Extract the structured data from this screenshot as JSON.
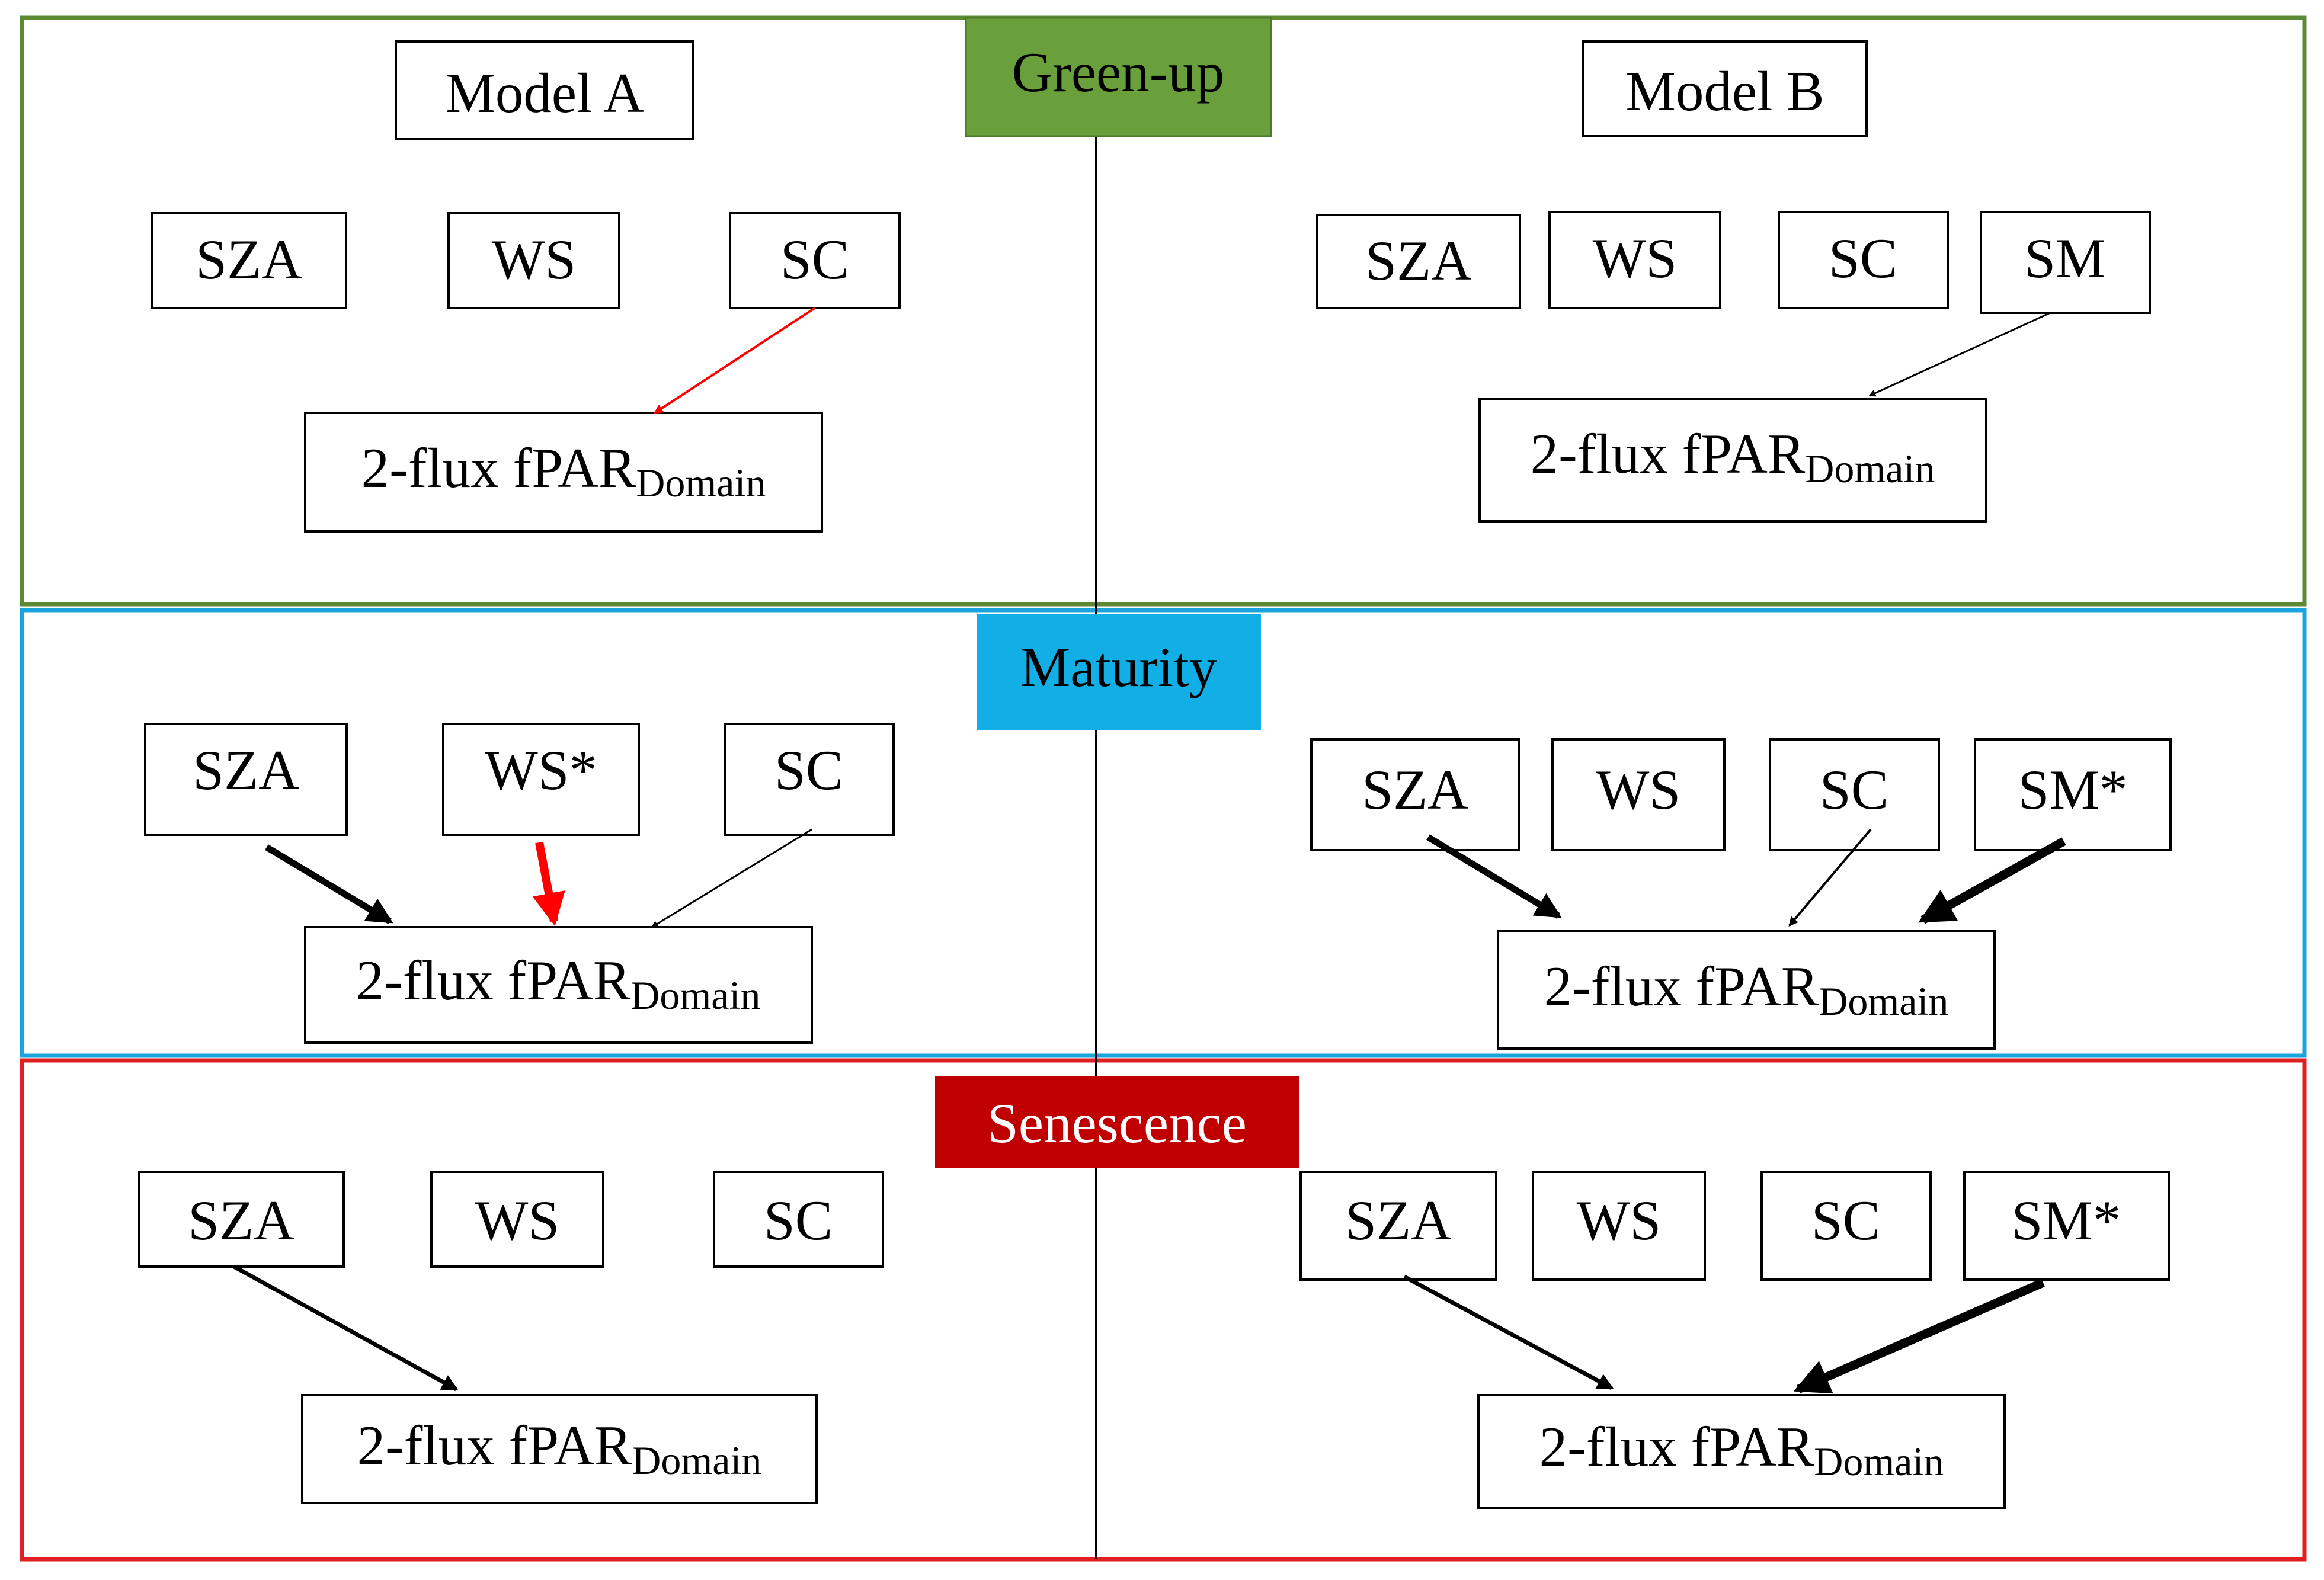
{
  "models": {
    "a": "Model A",
    "b": "Model B"
  },
  "stages": {
    "greenup": {
      "label": "Green-up",
      "label_color": "#000000",
      "fill": "#6aa03c",
      "border": "#5c8a34"
    },
    "maturity": {
      "label": "Maturity",
      "label_color": "#000000",
      "fill": "#12aee6",
      "border": "#1aa3dc"
    },
    "senescence": {
      "label": "Senescence",
      "label_color": "#ffffff",
      "fill": "#c00000",
      "border": "#e01f22"
    }
  },
  "variables": {
    "sza": "SZA",
    "ws": "WS",
    "sc": "SC",
    "sm": "SM",
    "ws_star": "WS*",
    "sm_star": "SM*"
  },
  "target": {
    "main": "2-flux fPAR",
    "subscript": "Domain"
  },
  "arrow_colors": {
    "black": "#000000",
    "red": "#ff0000"
  }
}
